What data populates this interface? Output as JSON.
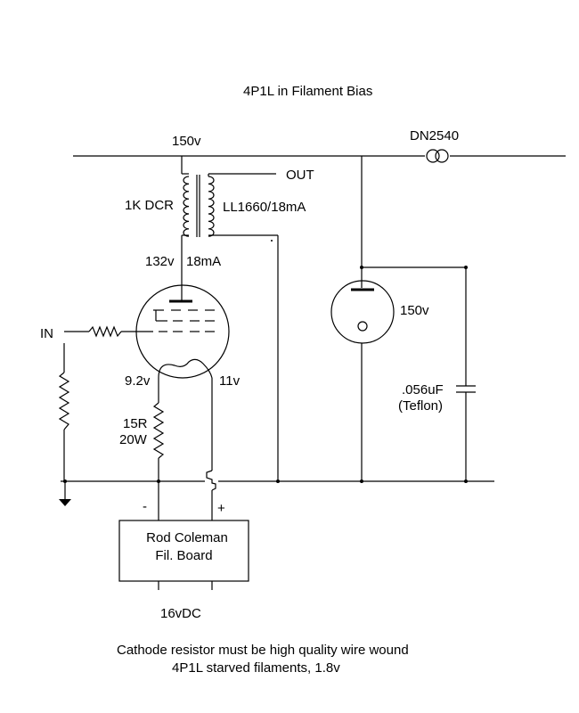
{
  "title": "4P1L in Filament Bias",
  "labels": {
    "b_plus": "150v",
    "regulator": "DN2540",
    "out": "OUT",
    "dcr": "1K DCR",
    "transformer": "LL1660/18mA",
    "plate_v": "132v",
    "plate_i": "18mA",
    "input": "IN",
    "fil_left_v": "9.2v",
    "fil_right_v": "11v",
    "cathode_r": "15R",
    "cathode_r_power": "20W",
    "vr_tube": "150v",
    "cap_value": ".056uF",
    "cap_type": "(Teflon)",
    "minus": "-",
    "plus": "+",
    "supply_board_line1": "Rod Coleman",
    "supply_board_line2": "Fil. Board",
    "supply_voltage": "16vDC"
  },
  "notes": {
    "line1": "Cathode resistor must be high quality wire wound",
    "line2": "4P1L starved filaments, 1.8v"
  }
}
